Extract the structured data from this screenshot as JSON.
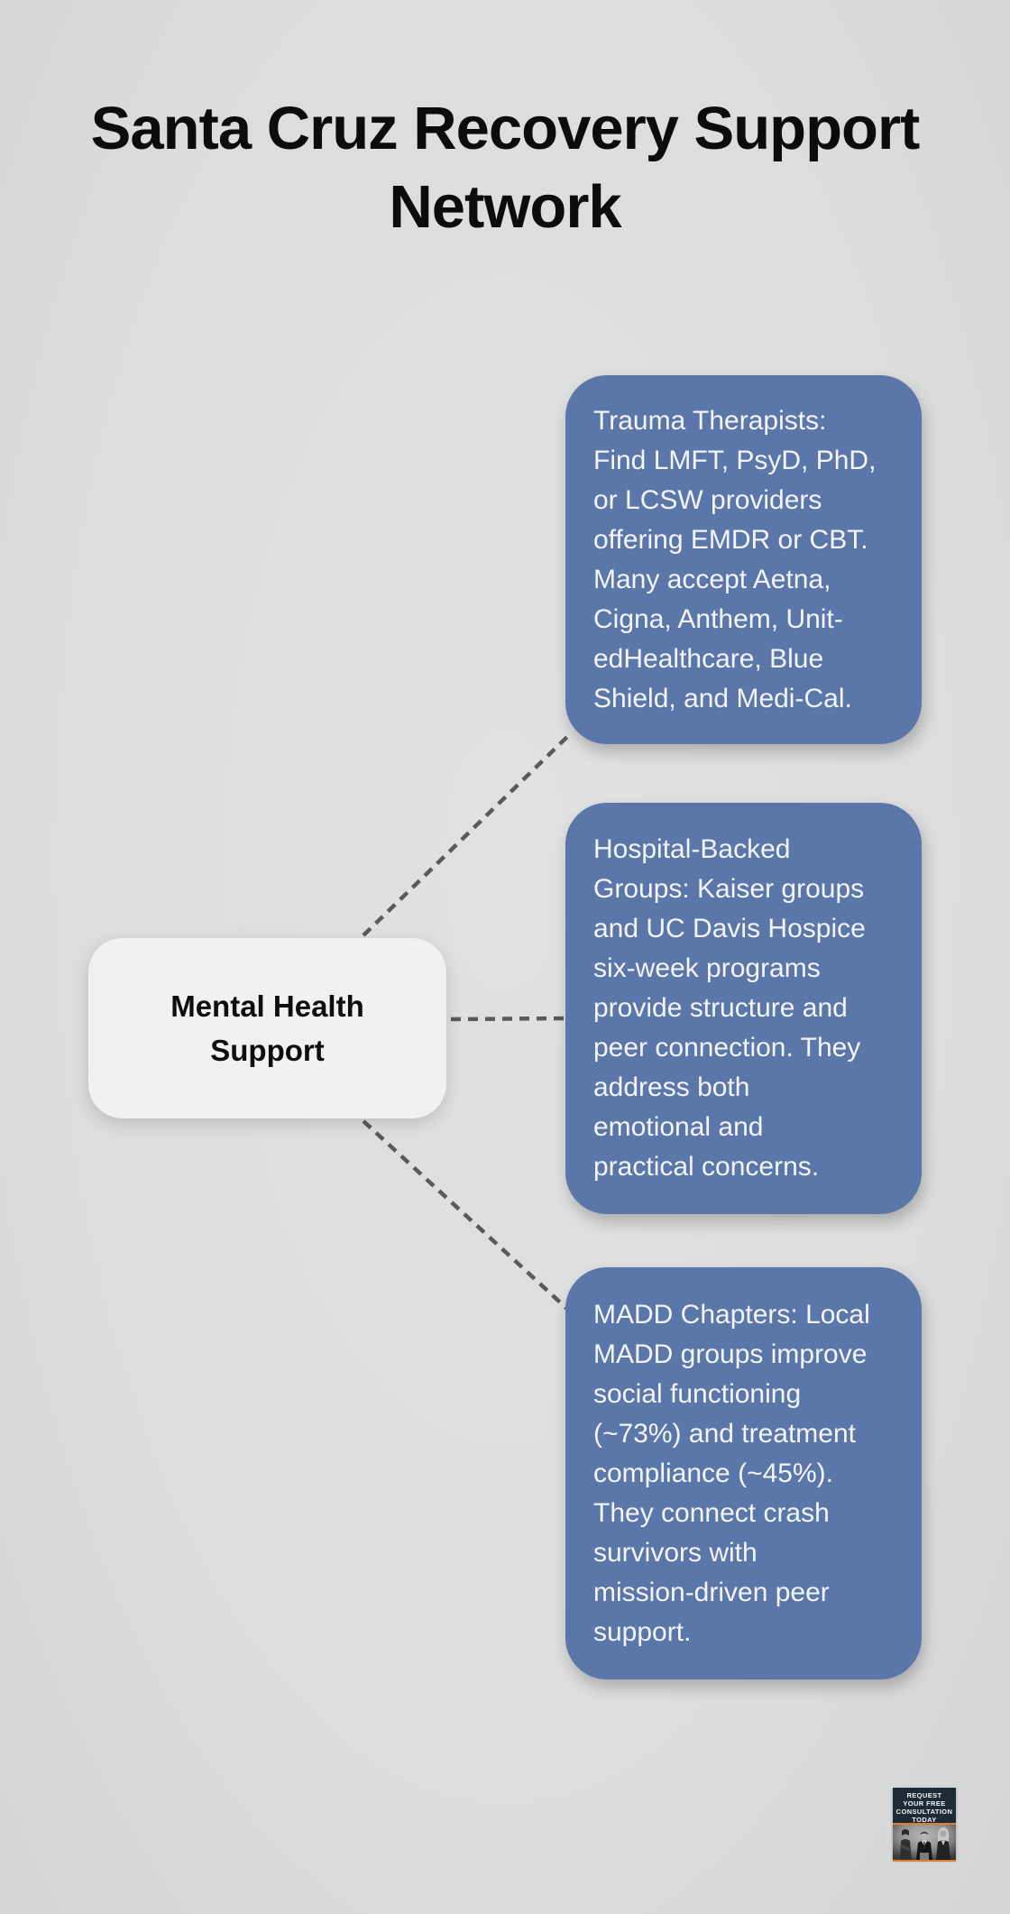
{
  "title": "Santa Cruz Recovery Support\nNetwork",
  "diagram": {
    "center": {
      "label": "Mental Health\nSupport"
    },
    "branches": [
      {
        "id": "trauma-therapists",
        "text": "Trauma Therapists:\nFind LMFT, PsyD, PhD,\nor LCSW providers\noffering EMDR or CBT.\nMany accept Aetna,\nCigna, Anthem, Unit-\nedHealthcare, Blue\nShield, and Medi-Cal."
      },
      {
        "id": "hospital-backed-groups",
        "text": "Hospital-Backed\nGroups: Kaiser groups\nand UC Davis Hospice\nsix-week programs\nprovide structure and\npeer connection. They\naddress both\nemotional and\npractical concerns."
      },
      {
        "id": "madd-chapters",
        "text": "MADD Chapters: Local\nMADD groups improve\nsocial functioning\n(~73%) and treatment\ncompliance (~45%).\nThey connect crash\nsurvivors with\nmission-driven peer\nsupport."
      }
    ]
  },
  "badge": {
    "text": "REQUEST\nYOUR FREE\nCONSULTATION\nTODAY"
  },
  "colors": {
    "background": "#dcdede",
    "branch_fill": "#5b76a9",
    "branch_text": "#f2f5f9",
    "center_fill": "#eff1f2",
    "center_text": "#0e0e0e",
    "connector": "#4f4f4f",
    "title_text": "#0c0c0c",
    "badge_background": "#1d2b38",
    "badge_accent": "#dd8233",
    "badge_text": "#f5f5f5"
  }
}
